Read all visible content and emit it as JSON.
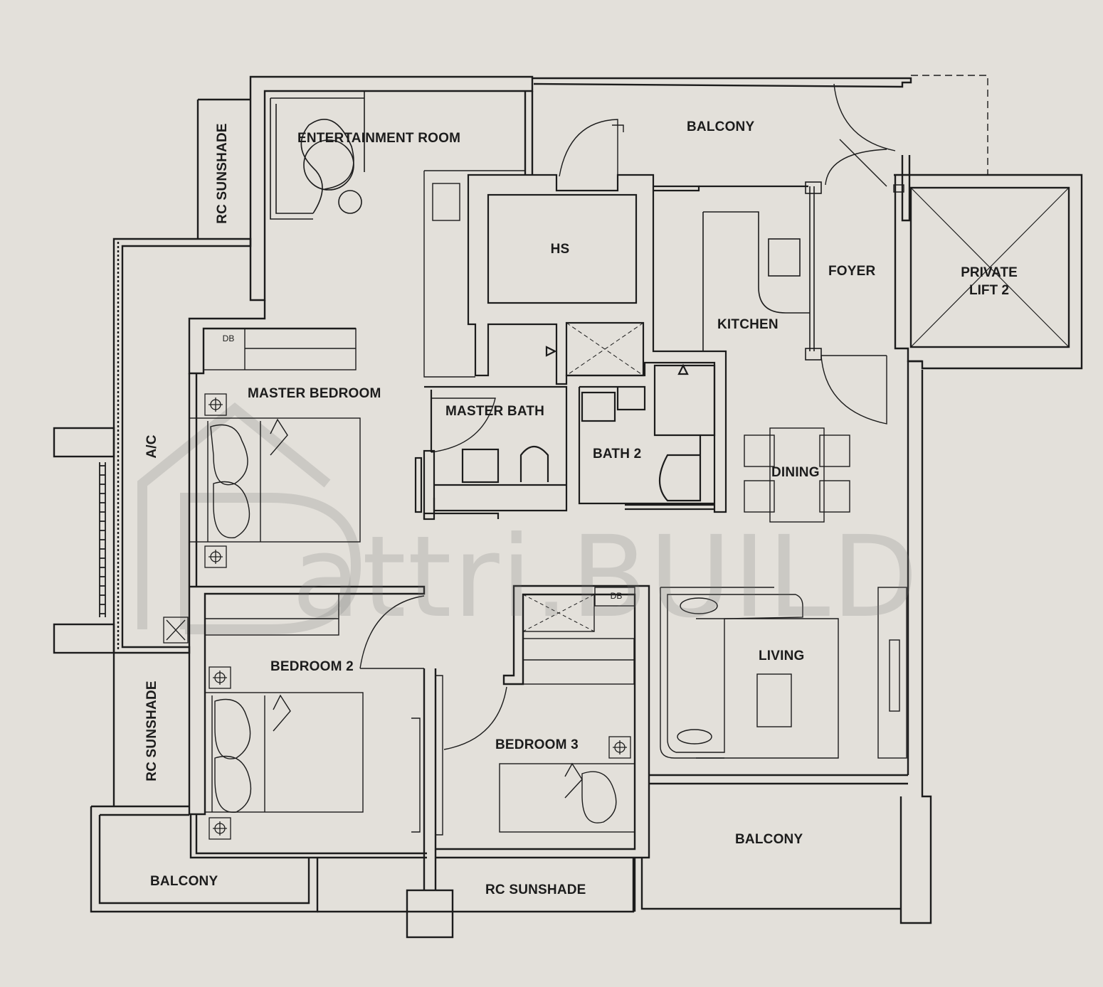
{
  "plan": {
    "rooms": {
      "entertainment_room": "ENTERTAINMENT ROOM",
      "balcony_top": "BALCONY",
      "hs": "HS",
      "foyer": "FOYER",
      "private_lift": "PRIVATE\nLIFT 2",
      "kitchen": "KITCHEN",
      "master_bedroom": "MASTER BEDROOM",
      "master_bath": "MASTER BATH",
      "bath_2": "BATH 2",
      "dining": "DINING",
      "ac": "A/C",
      "rc_sunshade_top": "RC SUNSHADE",
      "rc_sunshade_left": "RC SUNSHADE",
      "rc_sunshade_bottom": "RC SUNSHADE",
      "bedroom_2": "BEDROOM 2",
      "bedroom_3": "BEDROOM 3",
      "living": "LIVING",
      "balcony_right": "BALCONY",
      "balcony_left": "BALCONY"
    },
    "db_labels": {
      "master": "DB",
      "bedroom3": "DB"
    },
    "watermark": "attri.BUILD",
    "colors": {
      "background": "#e3e0da",
      "line": "#1c1c1c",
      "watermark": "#8a8a8a"
    }
  }
}
